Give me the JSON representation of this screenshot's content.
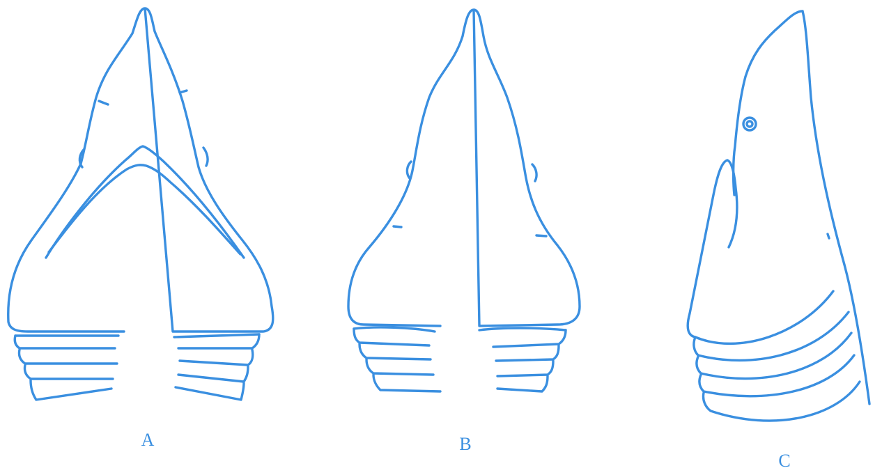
{
  "figure": {
    "ink_color": "#3a8fe0",
    "background_color": "#ffffff",
    "panels": [
      {
        "label": "A"
      },
      {
        "label": "B"
      },
      {
        "label": "C"
      }
    ]
  }
}
